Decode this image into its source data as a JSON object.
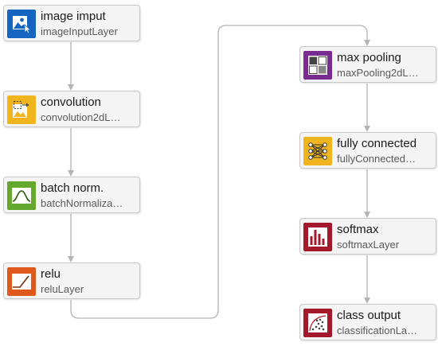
{
  "diagram": {
    "layers": [
      {
        "id": "image-input",
        "title": "image imput",
        "subtitle": "imageInputLayer",
        "icon": "image-input-icon",
        "color": "#1565C0"
      },
      {
        "id": "convolution",
        "title": "convolution",
        "subtitle": "convolution2dL…",
        "icon": "convolution-icon",
        "color": "#F0B41E"
      },
      {
        "id": "batch-norm",
        "title": "batch norm.",
        "subtitle": "batchNormaliza…",
        "icon": "batch-norm-curve-icon",
        "color": "#64A82E"
      },
      {
        "id": "relu",
        "title": "relu",
        "subtitle": "reluLayer",
        "icon": "relu-ramp-icon",
        "color": "#E0591C"
      },
      {
        "id": "max-pooling",
        "title": "max pooling",
        "subtitle": "maxPooling2dL…",
        "icon": "max-pooling-grid-icon",
        "color": "#7B2B8F"
      },
      {
        "id": "fully-connected",
        "title": "fully connected",
        "subtitle": "fullyConnected…",
        "icon": "fully-connected-network-icon",
        "color": "#F0B41E"
      },
      {
        "id": "softmax",
        "title": "softmax",
        "subtitle": "softmaxLayer",
        "icon": "softmax-bars-icon",
        "color": "#A3192B"
      },
      {
        "id": "class-output",
        "title": "class output",
        "subtitle": "classificationLa…",
        "icon": "class-output-scatter-icon",
        "color": "#A3192B"
      }
    ],
    "connections": [
      [
        "image-input",
        "convolution"
      ],
      [
        "convolution",
        "batch-norm"
      ],
      [
        "batch-norm",
        "relu"
      ],
      [
        "relu",
        "max-pooling"
      ],
      [
        "max-pooling",
        "fully-connected"
      ],
      [
        "fully-connected",
        "softmax"
      ],
      [
        "softmax",
        "class-output"
      ]
    ],
    "connector_color": "#b4b4b4"
  }
}
